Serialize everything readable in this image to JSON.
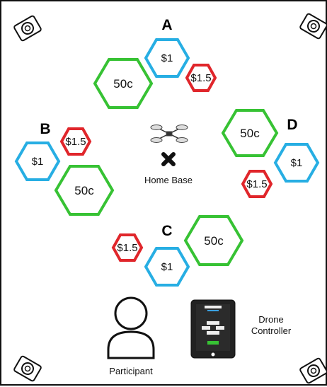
{
  "zones": {
    "A": {
      "label": "A",
      "low": "$1",
      "mid": "$1.5",
      "high": "50c"
    },
    "B": {
      "label": "B",
      "low": "$1",
      "mid": "$1.5",
      "high": "50c"
    },
    "C": {
      "label": "C",
      "low": "$1",
      "mid": "$1.5",
      "high": "50c"
    },
    "D": {
      "label": "D",
      "low": "$1",
      "mid": "$1.5",
      "high": "50c"
    }
  },
  "home_base": {
    "label": "Home Base"
  },
  "participant": {
    "label": "Participant"
  },
  "controller": {
    "label_line1": "Drone",
    "label_line2": "Controller"
  },
  "colors": {
    "blue": "#27aee3",
    "red": "#e0262b",
    "green": "#37c234",
    "dark": "#222222"
  },
  "icons": [
    "camera-icon",
    "drone-icon",
    "x-mark-icon",
    "person-icon",
    "tablet-icon"
  ]
}
